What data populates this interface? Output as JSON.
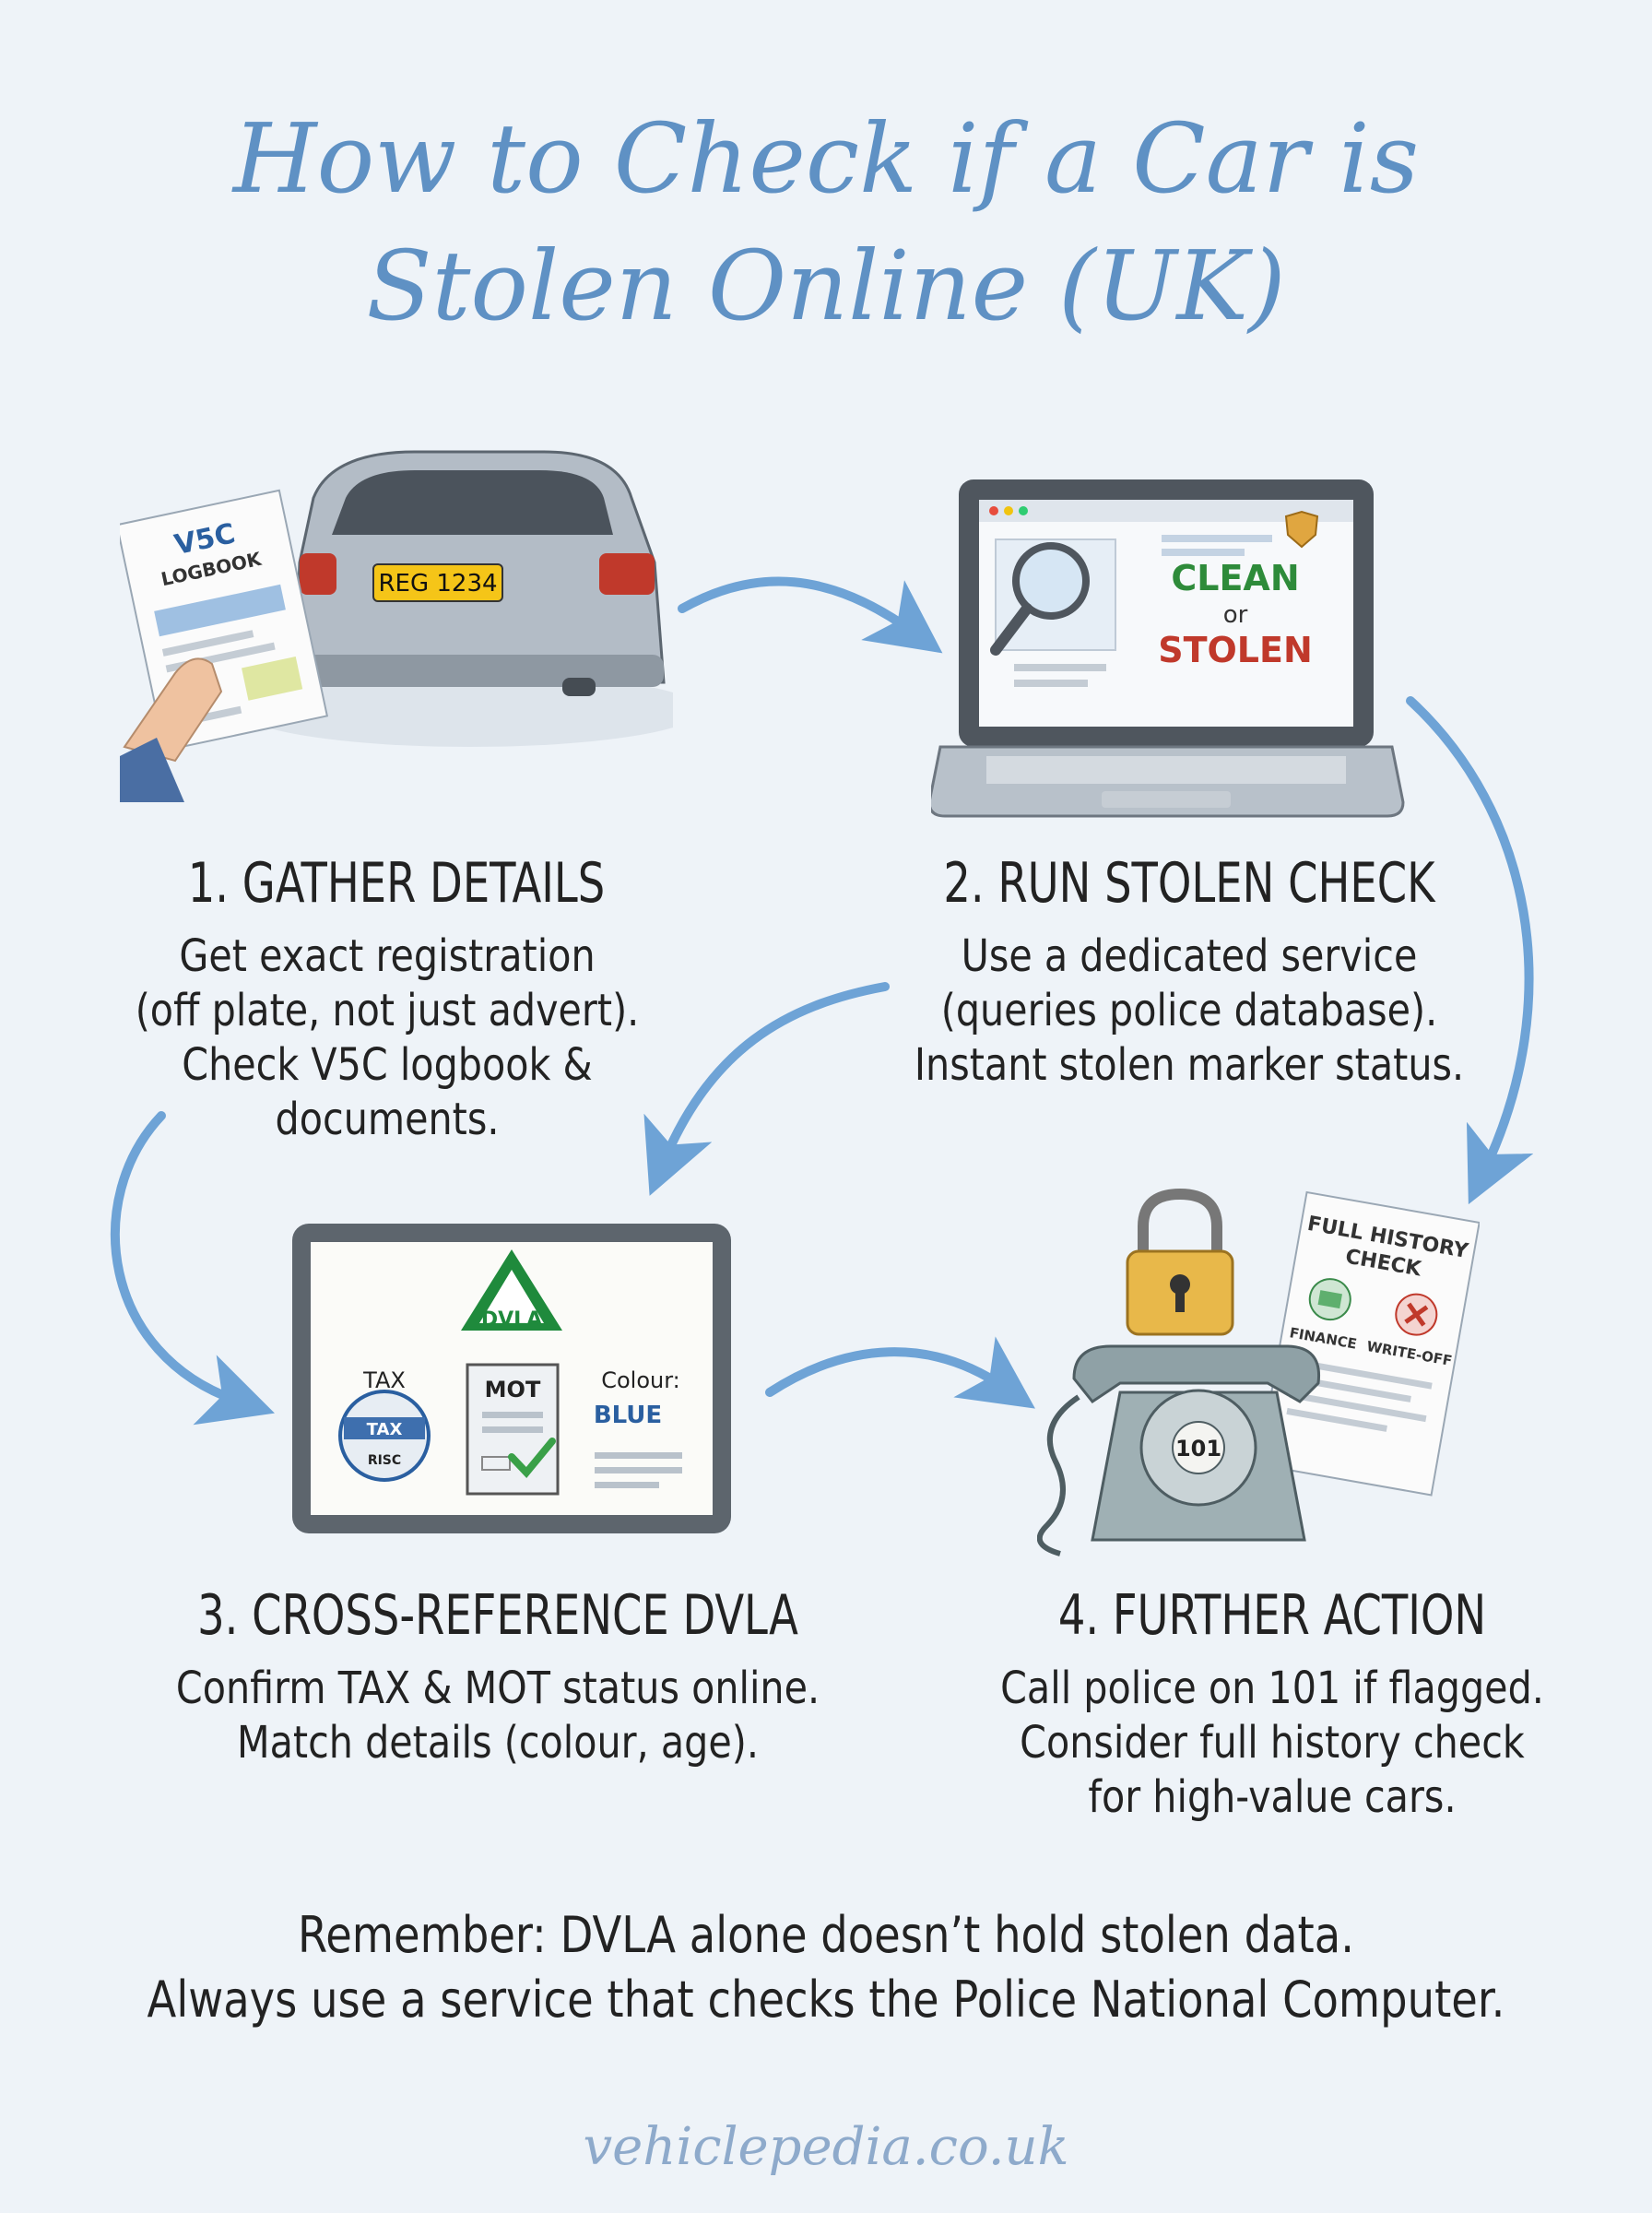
{
  "title": {
    "line1": "How to Check if a Car is",
    "line2": "Stolen Online (UK)"
  },
  "steps": [
    {
      "title": "1. GATHER DETAILS",
      "desc": [
        "Get exact registration",
        "(off plate, not just advert).",
        "Check V5C logbook &",
        "documents."
      ],
      "illus": {
        "doc_title": "V5C",
        "doc_sub": "LOGBOOK",
        "plate": "REG 1234"
      }
    },
    {
      "title": "2. RUN STOLEN CHECK",
      "desc": [
        "Use a dedicated service",
        "(queries police database).",
        "Instant stolen marker status."
      ],
      "illus": {
        "clean": "CLEAN",
        "or": "or",
        "stolen": "STOLEN"
      }
    },
    {
      "title": "3. CROSS-REFERENCE DVLA",
      "desc": [
        "Confirm TAX & MOT status online.",
        "Match details (colour, age)."
      ],
      "illus": {
        "dvla": "DVLA",
        "tax": "TAX",
        "tax_disc": "TAX",
        "risc": "RISC",
        "mot": "MOT",
        "colour_label": "Colour:",
        "colour_value": "BLUE"
      }
    },
    {
      "title": "4. FURTHER ACTION",
      "desc": [
        "Call police on 101 if flagged.",
        "Consider full history check",
        "for high-value cars."
      ],
      "illus": {
        "dial": "101",
        "doc_title1": "FULL HISTORY",
        "doc_title2": "CHECK",
        "finance": "FINANCE",
        "writeoff": "WRITE-OFF"
      }
    }
  ],
  "remember": [
    "Remember: DVLA alone doesn’t hold stolen data.",
    "Always use a service that checks the Police National Computer."
  ],
  "footer": "vehiclepedia.co.uk",
  "colors": {
    "title": "#5f91c4",
    "arrow": "#6ea3d6",
    "clean": "#2e8b3a",
    "stolen": "#c0392b",
    "dvla": "#1f8a3c",
    "blue_text": "#2a5fa0"
  }
}
